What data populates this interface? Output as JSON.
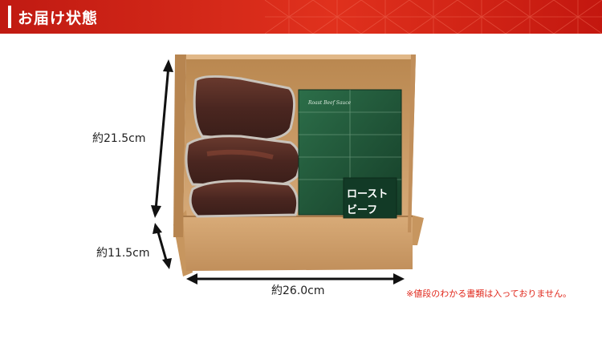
{
  "header": {
    "title": "お届け状態",
    "accent_color": "#d42616"
  },
  "dimensions": {
    "height": "約21.5cm",
    "depth": "約11.5cm",
    "width": "約26.0cm"
  },
  "package_label": {
    "title_lines": [
      "ロースト",
      "ビーフ"
    ],
    "script_text": "Roast Beef Sauce"
  },
  "note": "※値段のわかる書類は入っておりません。",
  "colors": {
    "cardboard": "#c99a66",
    "cardboard_dark": "#a87a4a",
    "sauce_green": "#1f5a3a",
    "note_red": "#e0261a"
  }
}
